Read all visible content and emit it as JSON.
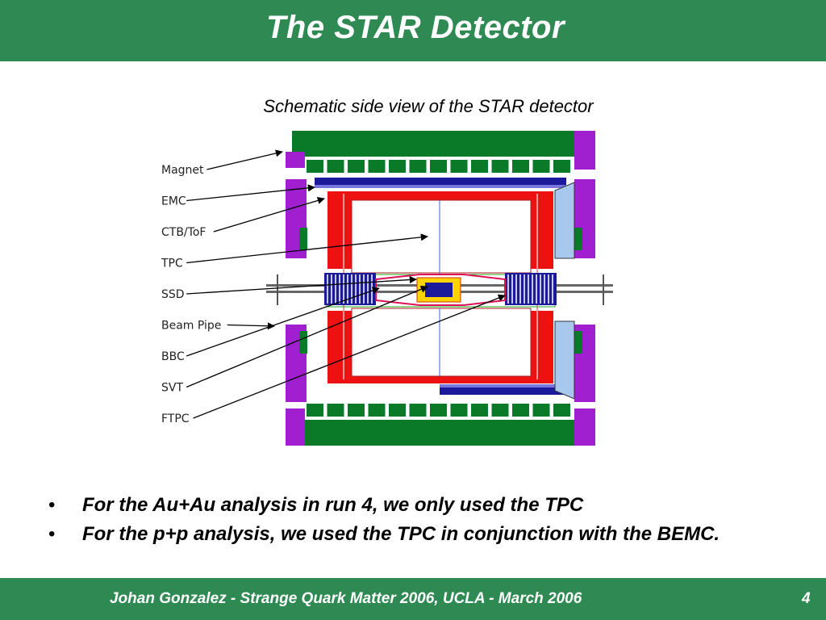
{
  "slide": {
    "title": "The STAR Detector",
    "caption": "Schematic side view of the STAR detector",
    "bullets": [
      "For the Au+Au analysis in run 4, we only used the TPC",
      "For the p+p analysis, we used the TPC in conjunction with the BEMC."
    ],
    "bullet_glyph": "•",
    "footer": "Johan Gonzalez - Strange Quark Matter 2006, UCLA - March 2006",
    "page_number": "4"
  },
  "diagram": {
    "labels": [
      "Magnet",
      "EMC",
      "CTB/ToF",
      "TPC",
      "SSD",
      "Beam Pipe",
      "BBC",
      "SVT",
      "FTPC"
    ]
  },
  "colors": {
    "bar_green": "#2e8a52",
    "magnet_green": "#0a7a28",
    "magnet_purple": "#a020d0",
    "tpc_red": "#ee1111",
    "emc_blue": "#1a1a9a"
  }
}
